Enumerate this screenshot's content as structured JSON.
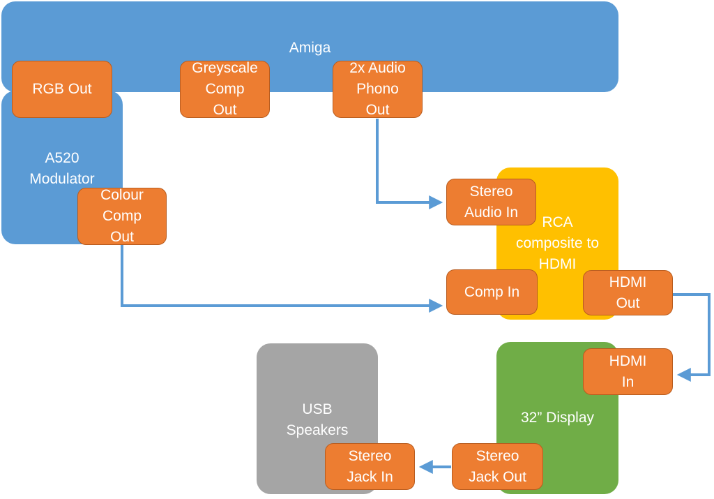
{
  "devices": {
    "amiga": "Amiga",
    "a520": "A520\nModulator",
    "rca": "RCA\ncomposite to\nHDMI",
    "display": "32” Display",
    "usb_speakers": "USB\nSpeakers"
  },
  "ports": {
    "rgb_out": "RGB Out",
    "greyscale_comp_out": "Greyscale\nComp\nOut",
    "audio_phono_out": "2x Audio\nPhono\nOut",
    "colour_comp_out": "Colour\nComp\nOut",
    "stereo_audio_in": "Stereo\nAudio In",
    "comp_in": "Comp In",
    "hdmi_out": "HDMI\nOut",
    "hdmi_in": "HDMI\nIn",
    "stereo_jack_out": "Stereo\nJack Out",
    "stereo_jack_in": "Stereo\nJack In"
  },
  "colors": {
    "device_blue": "#5b9bd5",
    "device_yellow": "#ffc000",
    "device_green": "#70ad47",
    "device_grey": "#a5a5a5",
    "port_orange": "#ed7d31",
    "wire_blue": "#5b9bd5"
  }
}
